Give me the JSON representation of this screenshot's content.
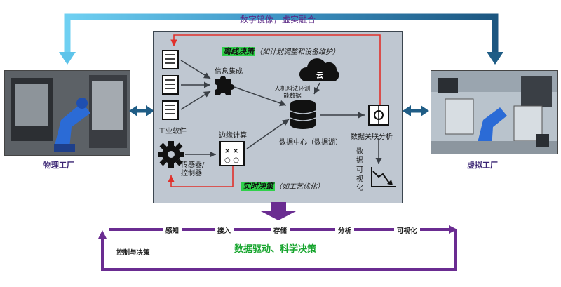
{
  "top_label": "数字镜像，虚实融合",
  "physical_factory_label": "物理工厂",
  "virtual_factory_label": "虚拟工厂",
  "panel": {
    "offline_tag": "离线决策",
    "offline_note": "（如计划调整和设备维护）",
    "info_integration": "信息集成",
    "industrial_software": "工业软件",
    "cloud": "云",
    "human_machine_label": "人机料法环测\n能数据",
    "data_center": "数据中心（数据湖）",
    "data_association": "数据关联分析",
    "data_viz_vertical": "数据可视化",
    "edge_computing": "边缘计算",
    "sensors": "传感器/\n控制器",
    "realtime_tag": "实时决策",
    "realtime_note": "（如工艺优化）"
  },
  "bottom": {
    "steps": [
      "感知",
      "接入",
      "存储",
      "分析",
      "可视化"
    ],
    "banner": "数据驱动、科学决策",
    "control": "控制与决策"
  },
  "colors": {
    "top_arrow_light": "#5ec4ea",
    "top_arrow_dark": "#1f5d86",
    "purple": "#6a2c91",
    "red": "#e0302b",
    "green": "#2fd14a",
    "panel_bg": "#bfc7d1"
  }
}
